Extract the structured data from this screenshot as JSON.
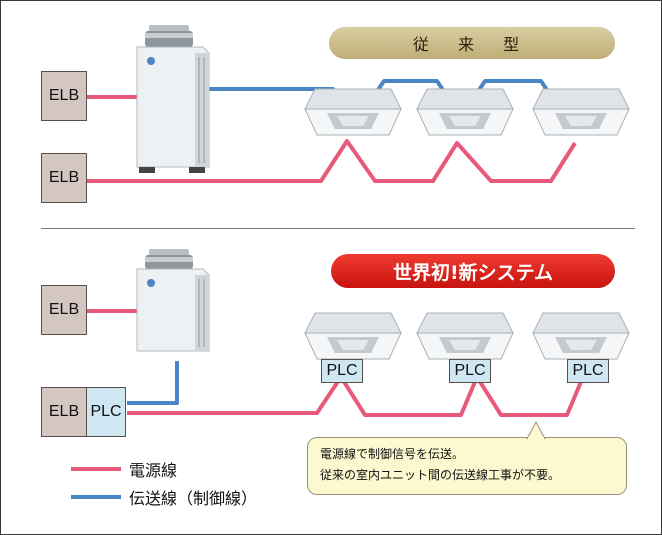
{
  "conventional": {
    "title": "従 来 型",
    "elb_top": "ELB",
    "elb_bottom": "ELB"
  },
  "new_system": {
    "title": "世界初!新システム",
    "elb_top": "ELB",
    "elb_bottom": "ELB",
    "plc_main": "PLC",
    "plc_units": [
      "PLC",
      "PLC",
      "PLC"
    ]
  },
  "legend": {
    "power_line": "電源線",
    "transmission_line": "伝送線（制御線）"
  },
  "callout": {
    "line1": "電源線で制御信号を伝送。",
    "line2": "従来の室内ユニット間の伝送線工事が不要。"
  },
  "colors": {
    "power_line": "#e75a7c",
    "transmission_line": "#4a86c5",
    "elb_fill": "#d4c7c2",
    "plc_fill": "#cfe6f3",
    "conventional_pill": "#cbbd89",
    "new_system_pill": "#e0201a",
    "callout_fill": "#fcf8cf"
  },
  "icons": {
    "outdoor_unit": "outdoor-unit-icon",
    "indoor_unit": "ceiling-cassette-icon"
  }
}
